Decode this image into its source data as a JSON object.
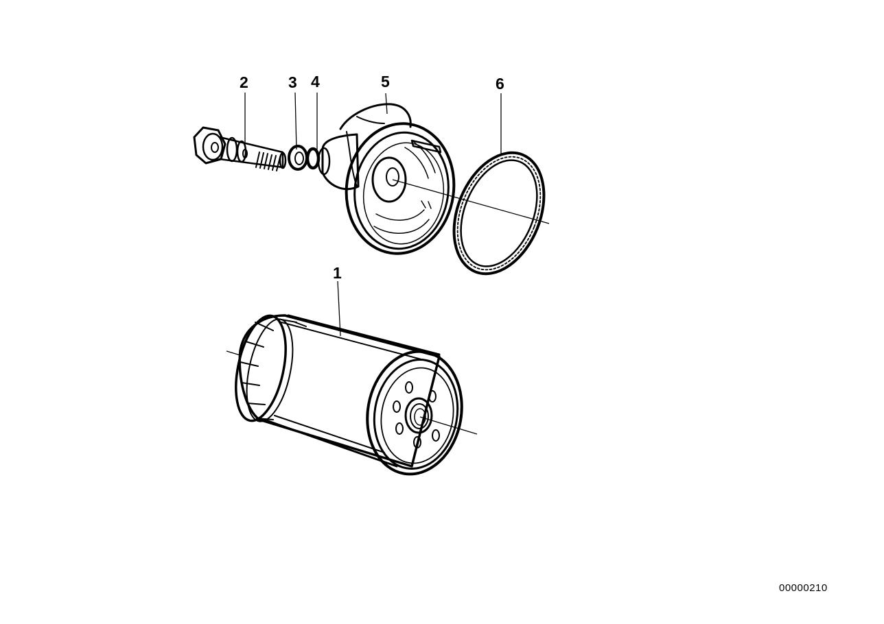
{
  "colors": {
    "ink": "#000000",
    "background": "#ffffff"
  },
  "parts": [
    {
      "id": "part-1",
      "label": "1",
      "description": "oil-filter-cartridge"
    },
    {
      "id": "part-2",
      "label": "2",
      "description": "hollow-bolt"
    },
    {
      "id": "part-3",
      "label": "3",
      "description": "gasket-ring"
    },
    {
      "id": "part-4",
      "label": "4",
      "description": "o-ring"
    },
    {
      "id": "part-5",
      "label": "5",
      "description": "filter-head-housing"
    },
    {
      "id": "part-6",
      "label": "6",
      "description": "housing-seal-ring"
    }
  ],
  "reference_number": "00000210"
}
